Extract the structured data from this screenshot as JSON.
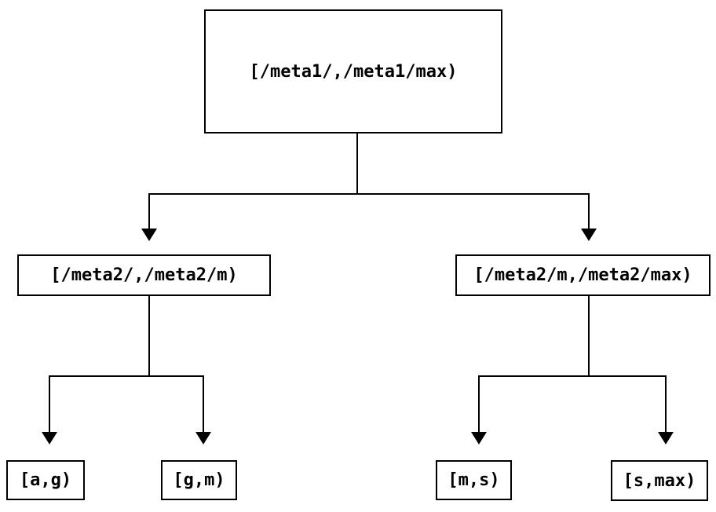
{
  "colors": {
    "ink": "#000000",
    "background": "#ffffff"
  },
  "diagram": {
    "type": "tree",
    "description": "Range split tree of key intervals",
    "nodes": {
      "root": {
        "label": "[/meta1/,/meta1/max)"
      },
      "mid_left": {
        "label": "[/meta2/,/meta2/m)"
      },
      "mid_right": {
        "label": "[/meta2/m,/meta2/max)"
      },
      "leaf_ag": {
        "label": "[a,g)"
      },
      "leaf_gm": {
        "label": "[g,m)"
      },
      "leaf_ms": {
        "label": "[m,s)"
      },
      "leaf_smax": {
        "label": "[s,max)"
      }
    },
    "edges": [
      {
        "from": "root",
        "to": "mid_left"
      },
      {
        "from": "root",
        "to": "mid_right"
      },
      {
        "from": "mid_left",
        "to": "leaf_ag"
      },
      {
        "from": "mid_left",
        "to": "leaf_gm"
      },
      {
        "from": "mid_right",
        "to": "leaf_ms"
      },
      {
        "from": "mid_right",
        "to": "leaf_smax"
      }
    ]
  }
}
